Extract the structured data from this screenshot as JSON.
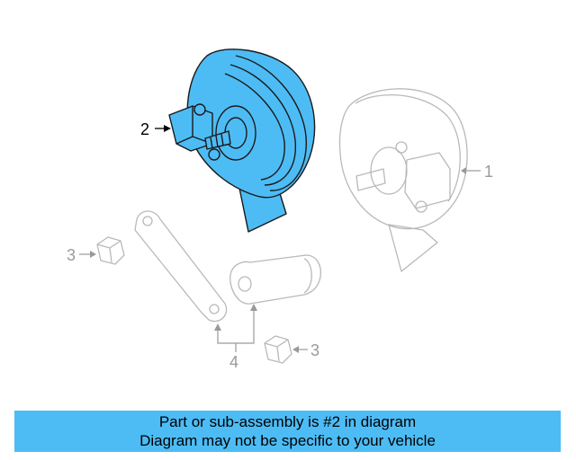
{
  "diagram": {
    "callouts": {
      "part_1": "1",
      "part_2": "2",
      "part_3a": "3",
      "part_3b": "3",
      "part_4": "4"
    },
    "colors": {
      "highlight_fill": "#4dbcf5",
      "highlight_stroke": "#1a1a1a",
      "ghost_stroke": "#b9b9b9",
      "ghost_text": "#9a9a9a"
    }
  },
  "banner": {
    "line1": "Part or sub-assembly is #2 in diagram",
    "line2": "Diagram may not be specific to your vehicle",
    "background": "#4dbcf5"
  }
}
